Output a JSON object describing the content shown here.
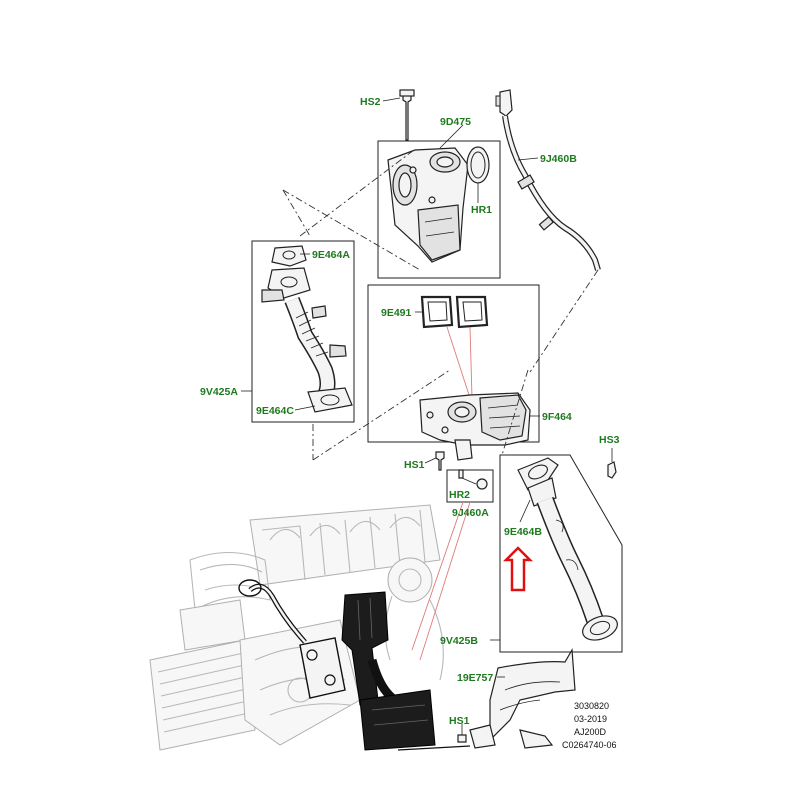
{
  "colors": {
    "callout": "#1f7a1f",
    "highlight_arrow": "#e01010",
    "pink_lines": "#e07a7a",
    "outline": "#222222"
  },
  "callouts": {
    "hs2": "HS2",
    "p9d475": "9D475",
    "p9j460b": "9J460B",
    "hr1": "HR1",
    "p9e464a": "9E464A",
    "p9e491": "9E491",
    "p9v425a": "9V425A",
    "p9e464c": "9E464C",
    "p9f464": "9F464",
    "hs3": "HS3",
    "hs1_top": "HS1",
    "hr2": "HR2",
    "p9j460a": "9J460A",
    "p9e464b": "9E464B",
    "p9v425b": "9V425B",
    "p19e757": "19E757",
    "hs1_bottom": "HS1"
  },
  "reference": {
    "code": "3030820",
    "date": "03-2019",
    "engine": "AJ200D",
    "catalog": "C0264740-06"
  },
  "highlight": {
    "target": "9E464B",
    "icon": "up-arrow-icon"
  }
}
